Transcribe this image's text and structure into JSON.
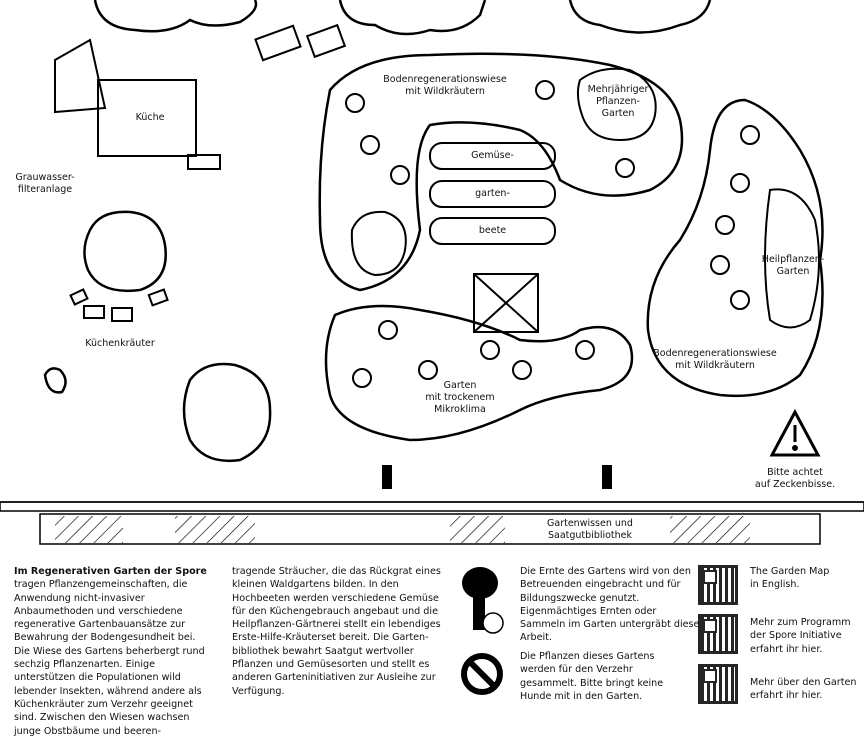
{
  "map_labels": {
    "kitchen": "Küche",
    "greywater": "Grauwasser-\nfilteranlage",
    "kitchen_herbs": "Küchenkräuter",
    "meadow_top": "Bodenregenerationswiese\nmit Wildkräutern",
    "perennial": "Mehrjähriger\nPflanzen-\nGarten",
    "veg_beds": [
      "Gemüse-",
      "garten-",
      "beete"
    ],
    "healing_garden": "Heilpflanzen-\nGarten",
    "meadow_right": "Bodenregenerationswiese\nmit Wildkräutern",
    "dry_garden": "Garten\nmit trockenem\nMikroklima",
    "tick_warning": "Bitte achtet\nauf Zeckenbisse.",
    "library": "Gartenwissen und\nSaatgutbibliothek"
  },
  "info": {
    "intro_bold": "Im Regenerativen Garten der Spore",
    "intro_col1": " tragen Pflanzengemeinschaften, die Anwendung nicht-invasiver Anbaumethoden und verschiedene regenerative Gartenbauansätze zur Bewahrung der Bodengesundheit bei. Die Wiese des Gartens beherbergt rund sechzig Pflanzenarten. Einige unterstützen die Populationen wild lebender Insekten, während andere als Küchenkräuter zum Verzehr geeignet sind. Zwischen den Wiesen wachsen junge Obstbäume und beeren-",
    "intro_col2": "tragende Sträucher, die das Rückgrat eines kleinen Waldgartens bilden. In den Hochbeeten werden verschiedene Gemüse für den Küchengebrauch angebaut und die Heilpflanzen-Gärtnerei stellt ein lebendiges Erste-Hilfe-Kräuterset bereit. Die Garten-bibliothek bewahrt Saatgut wertvoller Pflanzen und Gemüsesorten und stellt es anderen Garteninitiativen zur Ausleihe zur Verfügung.",
    "harvest_note": "Die Ernte des Gartens wird von den Betreuenden eingebracht und für Bildungszwecke genutzt. Eigenmächtiges Ernten oder Sammeln im Garten untergräbt diese Arbeit.",
    "dog_note": "Die Pflanzen dieses Gartens werden für den Verzehr gesammelt. Bitte bringt keine Hunde mit in den Garten.",
    "qr_links": [
      "The Garden Map\nin English.",
      "Mehr zum Programm\nder Spore Initiative\nerfahrt ihr hier.",
      "Mehr über den Garten\nerfahrt ihr hier."
    ]
  }
}
